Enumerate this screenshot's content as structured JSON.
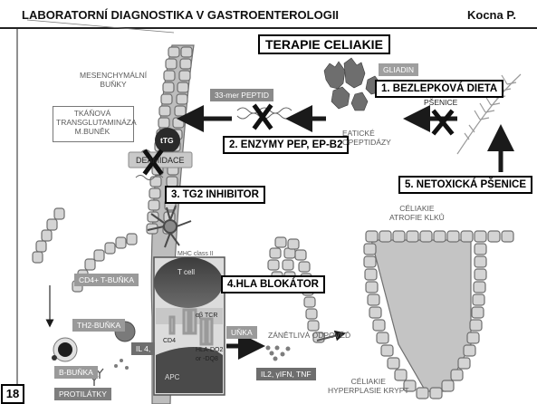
{
  "header": {
    "title": "LABORATORNÍ DIAGNOSTIKA V GASTROENTEROLOGII",
    "author": "Kocna P."
  },
  "slide": {
    "title": "TERAPIE CELIAKIE",
    "page_number": "18"
  },
  "therapies": {
    "t1": "1. BEZLEPKOVÁ DIETA",
    "t2": "2. ENZYMY PEP, EP-B2",
    "t3": "3. TG2 INHIBITOR",
    "t4": "4.HLA BLOKÁTOR",
    "t5": "5. NETOXICKÁ PŠENICE"
  },
  "labels": {
    "mesenchymal": [
      "MESENCHYMÁLNÍ",
      "BUŇKY"
    ],
    "tissue_tg": [
      "TKÁŇOVÁ",
      "TRANSGLUTAMINÁZA",
      "M.BUNĚK"
    ],
    "peptide": "33-mer PEPTID",
    "gliadin": "GLIADIN",
    "wheat": "PŠENICE",
    "enzymes": [
      "EATICKÉ",
      "OPEPTIDÁZY"
    ],
    "ttg": "tTG",
    "deamidation": "DEAMIDACE",
    "celiac_atrophy": [
      "CÉLIAKIE",
      "ATROFIE KLKŮ"
    ],
    "mhc": "MHC class II",
    "cd4": "CD4+ T-BUŇKA",
    "th2": "TH2-BUŇKA",
    "b_cell": "B-BUŇKA",
    "antibodies": "PROTILÁTKY",
    "il4": "IL 4,",
    "inflammation": "ZÁNĚTLIVÁ ODPOVĚĎ",
    "cytokines": "IL2, γIFN, TNF",
    "t_cell_partial": "UŇKA",
    "celiac_hyperplasia": [
      "CÉLIAKIE",
      "HYPERPLASIE KRYPT"
    ]
  },
  "inset": {
    "t_cell": "T cell",
    "cd4": "CD4",
    "tcr": "αβ TCR",
    "hla": [
      "HLA-DQ2",
      "or -DQ8"
    ],
    "apc": "APC"
  },
  "colors": {
    "villi_fill": "#cfcfcf",
    "villi_stroke": "#6f6f6f",
    "arrow_dark": "#1a1a1a",
    "pill_gray": "#8a8a8a"
  }
}
